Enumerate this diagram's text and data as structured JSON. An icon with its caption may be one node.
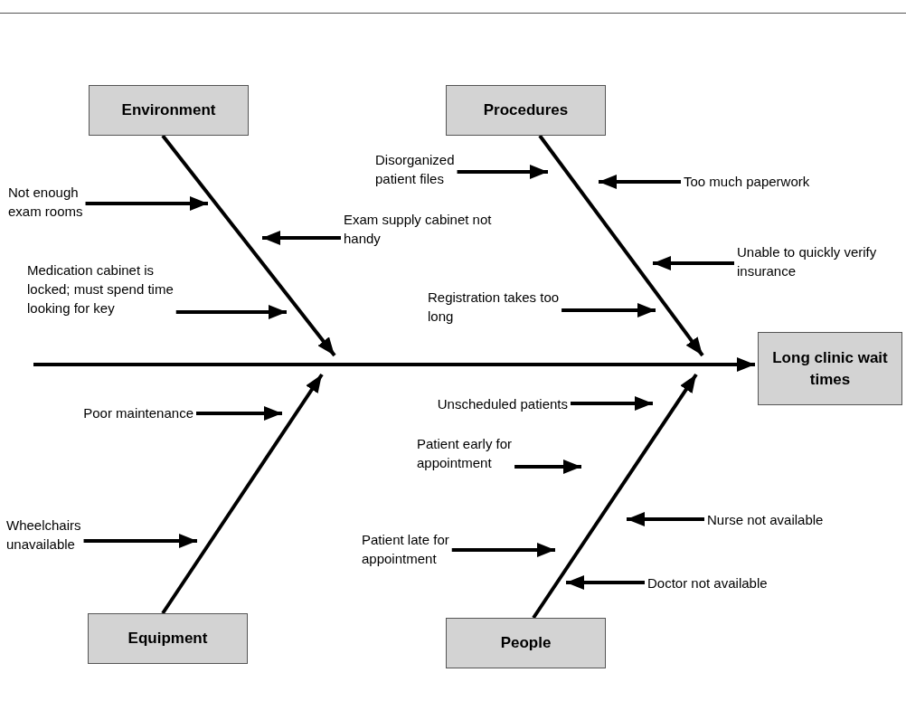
{
  "diagram": {
    "nodes": [
      {
        "text": [
          "Environment"
        ]
      },
      {
        "text": [
          "Procedures"
        ]
      },
      {
        "text": [
          "Not enough exam rooms"
        ]
      },
      {
        "text": [
          "Disorganized patient files"
        ]
      },
      {
        "text": [
          "Too much paperwork"
        ]
      },
      {
        "text": [
          "Exam supply cabinet not handy"
        ]
      },
      {
        "text": [
          "Unable to quickly verify insurance"
        ]
      },
      {
        "text": [
          "Medication cabinet is locked; must spend time looking for key"
        ]
      },
      {
        "text": [
          "Registration takes too long"
        ]
      },
      {
        "text": [
          "Long clinic wait times"
        ]
      },
      {
        "text": [
          "Poor maintenance"
        ]
      },
      {
        "text": [
          "Unscheduled patients"
        ]
      },
      {
        "text": [
          "Patient early for appointment"
        ]
      },
      {
        "text": [
          "Nurse not available"
        ]
      },
      {
        "text": [
          "Wheelchairs unavailable"
        ]
      },
      {
        "text": [
          "Patient late for appointment"
        ]
      },
      {
        "text": [
          "Doctor not available"
        ]
      },
      {
        "text": [
          "Equipment"
        ]
      },
      {
        "text": [
          "People"
        ]
      }
    ],
    "edges": [
      {
        "from": null,
        "to": 9,
        "arrow": "to"
      },
      {
        "from": 0,
        "to": null,
        "arrow": "to"
      },
      {
        "from": 1,
        "to": null,
        "arrow": "to"
      },
      {
        "from": 17,
        "to": null,
        "arrow": "to"
      },
      {
        "from": 18,
        "to": null,
        "arrow": "to"
      },
      {
        "from": 2,
        "to": null,
        "arrow": "to"
      },
      {
        "from": 3,
        "to": null,
        "arrow": "to"
      },
      {
        "from": 4,
        "to": null,
        "arrow": "to"
      },
      {
        "from": 5,
        "to": null,
        "arrow": "to"
      },
      {
        "from": 6,
        "to": null,
        "arrow": "to"
      },
      {
        "from": 7,
        "to": null,
        "arrow": "to"
      },
      {
        "from": 8,
        "to": null,
        "arrow": "to"
      },
      {
        "from": 10,
        "to": null,
        "arrow": "to"
      },
      {
        "from": 11,
        "to": null,
        "arrow": "to"
      },
      {
        "from": 12,
        "to": null,
        "arrow": "to"
      },
      {
        "from": 13,
        "to": null,
        "arrow": "to"
      },
      {
        "from": 14,
        "to": null,
        "arrow": "to"
      },
      {
        "from": 15,
        "to": null,
        "arrow": "to"
      },
      {
        "from": 16,
        "to": null,
        "arrow": "to"
      }
    ]
  }
}
